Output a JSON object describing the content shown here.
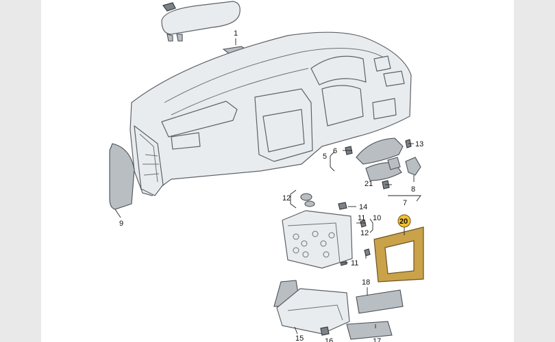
{
  "callouts": {
    "c1": "1",
    "c5": "5",
    "c6": "6",
    "c7": "7",
    "c8": "8",
    "c9": "9",
    "c10": "10",
    "c11a": "11",
    "c11b": "11",
    "c12a": "12",
    "c12b": "12",
    "c13": "13",
    "c14": "14",
    "c15": "15",
    "c16": "16",
    "c17": "17",
    "c18": "18",
    "c20": "20",
    "c21": "21"
  },
  "colors": {
    "page": "#e9e9e9",
    "paper": "#ffffff",
    "highlight_badge": "#f2c12e",
    "highlight_part": "#c9a24a"
  }
}
